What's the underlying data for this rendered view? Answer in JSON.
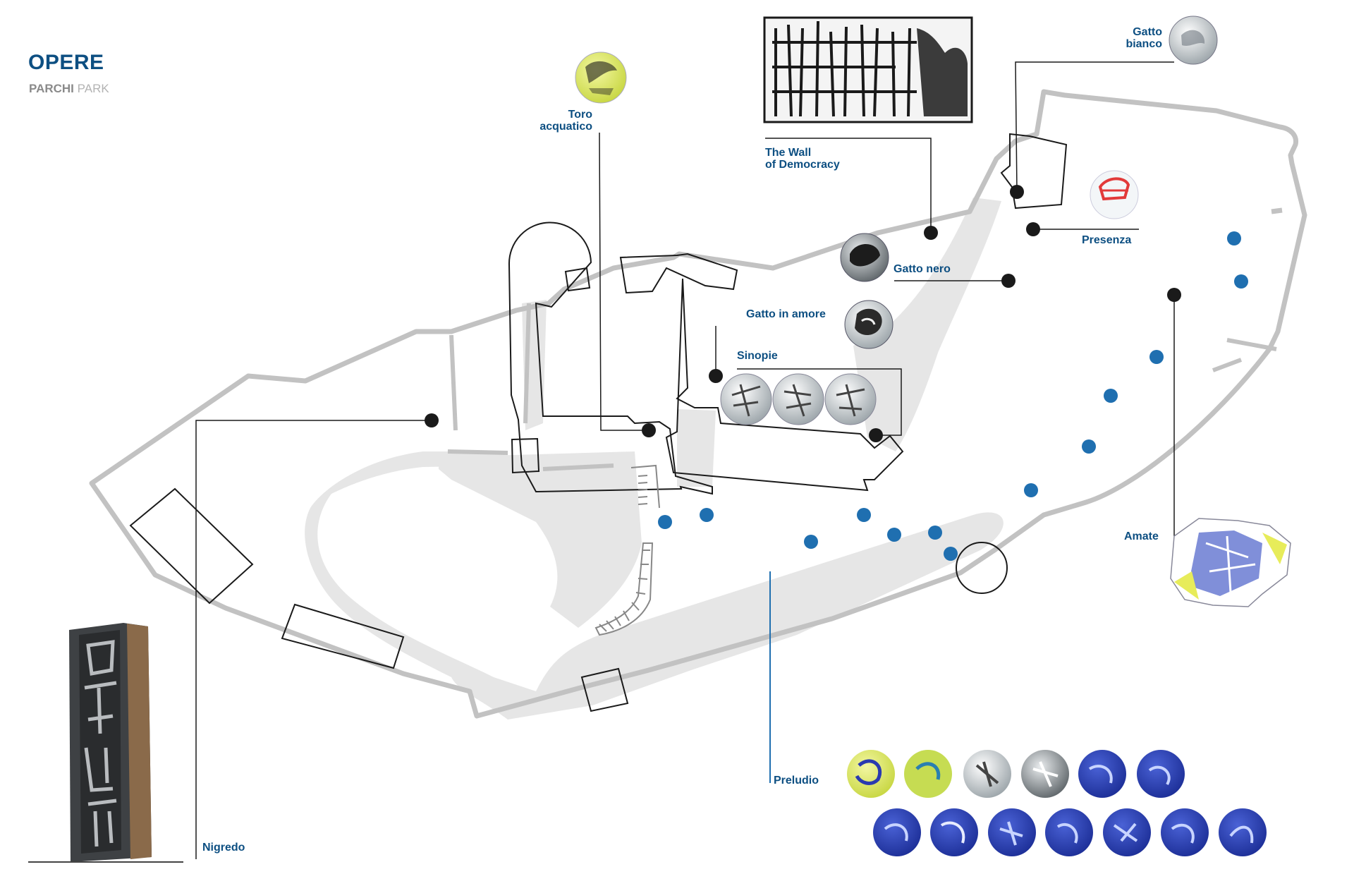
{
  "header": {
    "title": "OPERE",
    "subtitle_primary": "PARCHI",
    "subtitle_secondary": "PARK"
  },
  "works": [
    {
      "id": "toro-acquatico",
      "lines": [
        "Toro",
        "acquatico"
      ]
    },
    {
      "id": "wall-of-democracy",
      "lines": [
        "The Wall",
        "of Democracy"
      ]
    },
    {
      "id": "gatto-bianco",
      "lines": [
        "Gatto",
        "bianco"
      ]
    },
    {
      "id": "presenza",
      "lines": [
        "Presenza"
      ]
    },
    {
      "id": "gatto-nero",
      "lines": [
        "Gatto nero"
      ]
    },
    {
      "id": "gatto-in-amore",
      "lines": [
        "Gatto in amore"
      ]
    },
    {
      "id": "sinopie",
      "lines": [
        "Sinopie"
      ]
    },
    {
      "id": "amate",
      "lines": [
        "Amate"
      ]
    },
    {
      "id": "preludio",
      "lines": [
        "Preludio"
      ]
    },
    {
      "id": "nigredo",
      "lines": [
        "Nigredo"
      ]
    }
  ],
  "colors": {
    "label": "#0d4f82",
    "marker_black": "#1a1a1a",
    "marker_blue": "#1f6fb0",
    "park_outline": "#c2c2c2",
    "path_fill": "#e6e6e6"
  }
}
